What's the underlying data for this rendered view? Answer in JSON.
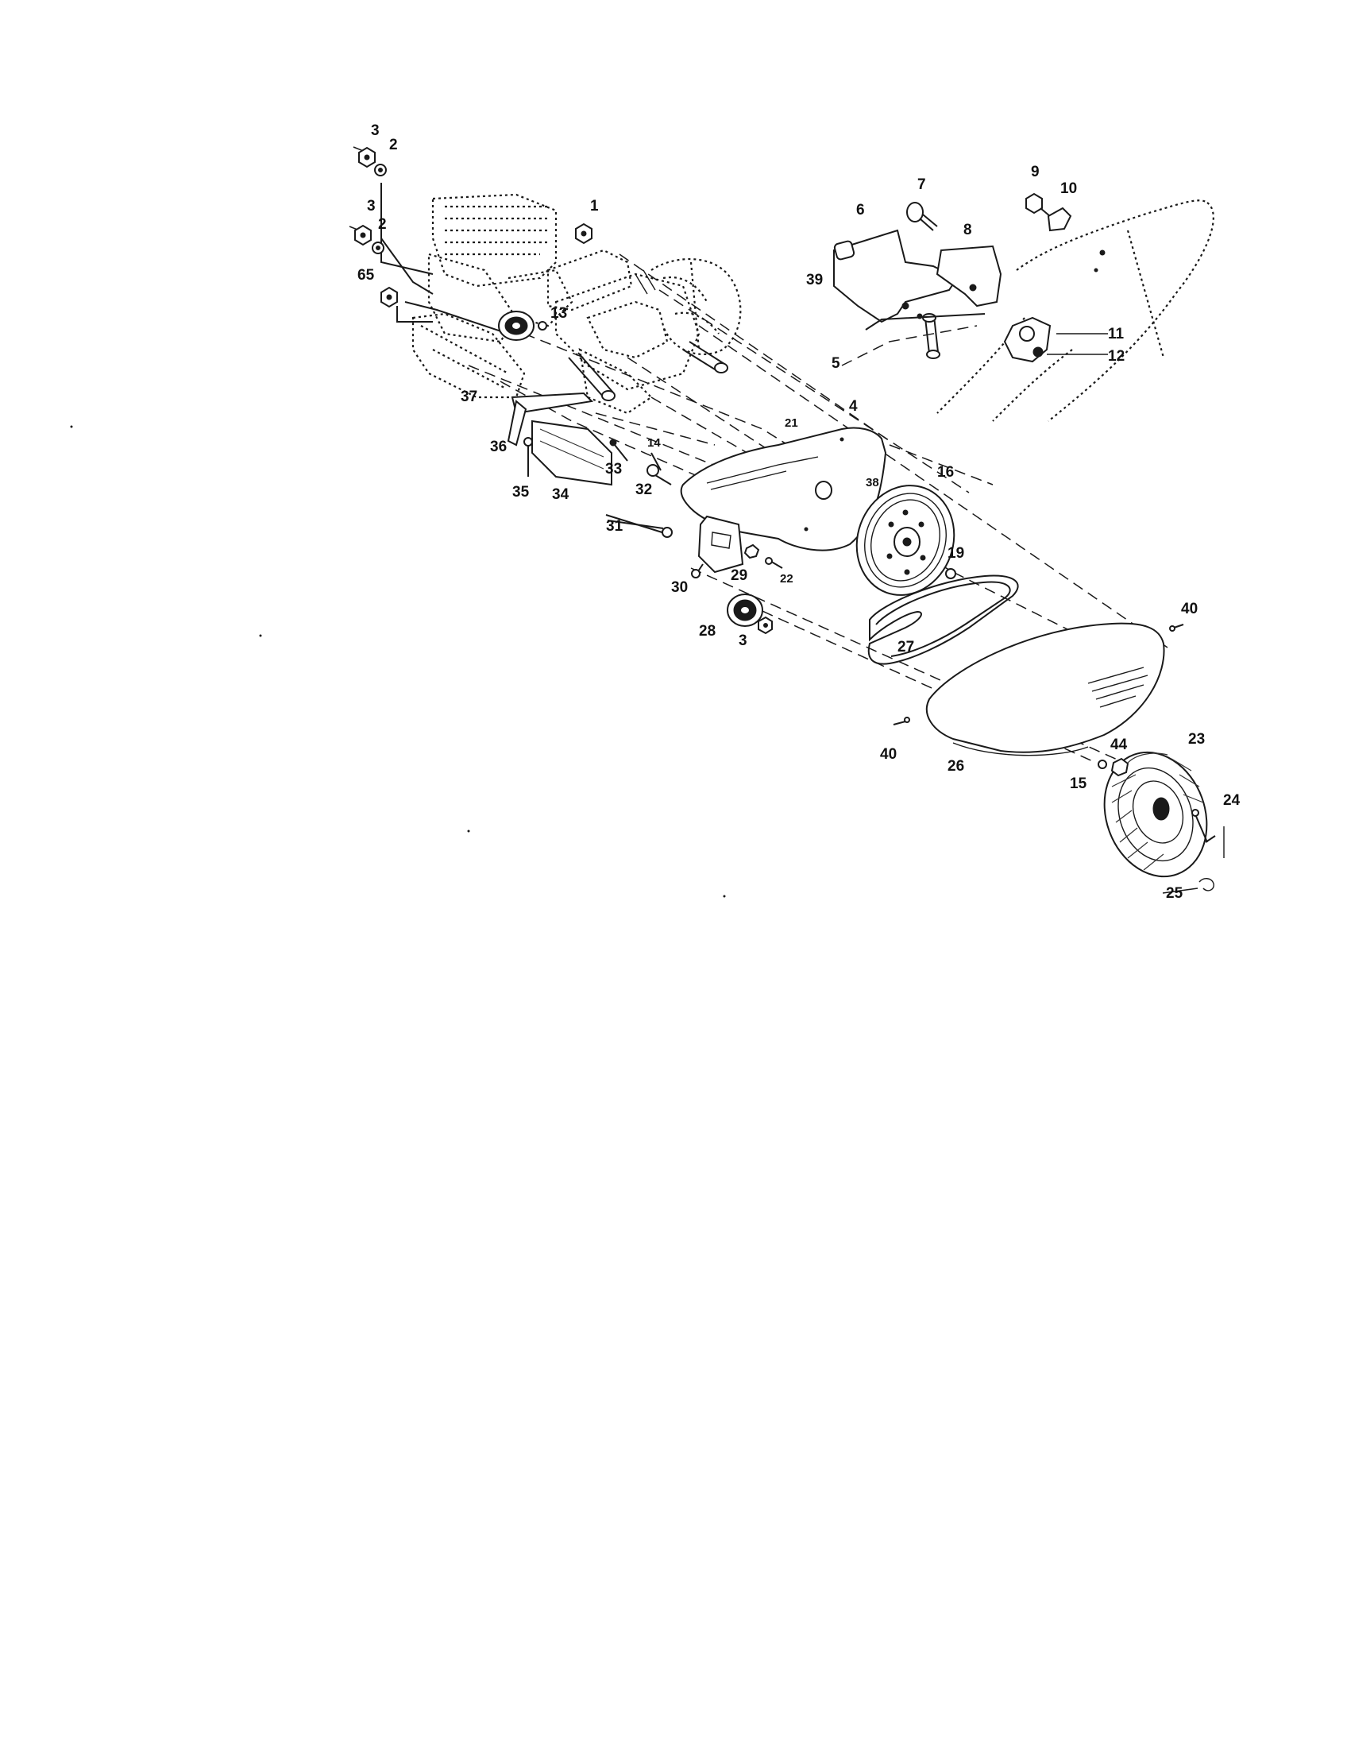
{
  "callouts": [
    {
      "id": "c3a",
      "text": "3"
    },
    {
      "id": "c2a",
      "text": "2"
    },
    {
      "id": "c3b",
      "text": "3"
    },
    {
      "id": "c2b",
      "text": "2"
    },
    {
      "id": "c1",
      "text": "1"
    },
    {
      "id": "c65",
      "text": "65"
    },
    {
      "id": "c13",
      "text": "13"
    },
    {
      "id": "c37",
      "text": "37"
    },
    {
      "id": "c36",
      "text": "36"
    },
    {
      "id": "c35",
      "text": "35"
    },
    {
      "id": "c34",
      "text": "34"
    },
    {
      "id": "c33",
      "text": "33"
    },
    {
      "id": "c14",
      "text": "14"
    },
    {
      "id": "c32",
      "text": "32"
    },
    {
      "id": "c31",
      "text": "31"
    },
    {
      "id": "c21",
      "text": "21"
    },
    {
      "id": "c4",
      "text": "4"
    },
    {
      "id": "c38",
      "text": "38"
    },
    {
      "id": "c16",
      "text": "16"
    },
    {
      "id": "c19",
      "text": "19"
    },
    {
      "id": "c29",
      "text": "29"
    },
    {
      "id": "c22",
      "text": "22"
    },
    {
      "id": "c30",
      "text": "30"
    },
    {
      "id": "c28",
      "text": "28"
    },
    {
      "id": "c3c",
      "text": "3"
    },
    {
      "id": "c27",
      "text": "27"
    },
    {
      "id": "c40a",
      "text": "40"
    },
    {
      "id": "c40b",
      "text": "40"
    },
    {
      "id": "c26",
      "text": "26"
    },
    {
      "id": "c7",
      "text": "7"
    },
    {
      "id": "c6",
      "text": "6"
    },
    {
      "id": "c8",
      "text": "8"
    },
    {
      "id": "c39",
      "text": "39"
    },
    {
      "id": "c5",
      "text": "5"
    },
    {
      "id": "c9",
      "text": "9"
    },
    {
      "id": "c10",
      "text": "10"
    },
    {
      "id": "c11",
      "text": "11"
    },
    {
      "id": "c12",
      "text": "12"
    },
    {
      "id": "c44",
      "text": "44"
    },
    {
      "id": "c23",
      "text": "23"
    },
    {
      "id": "c15",
      "text": "15"
    },
    {
      "id": "c24",
      "text": "24"
    },
    {
      "id": "c25",
      "text": "25"
    }
  ]
}
